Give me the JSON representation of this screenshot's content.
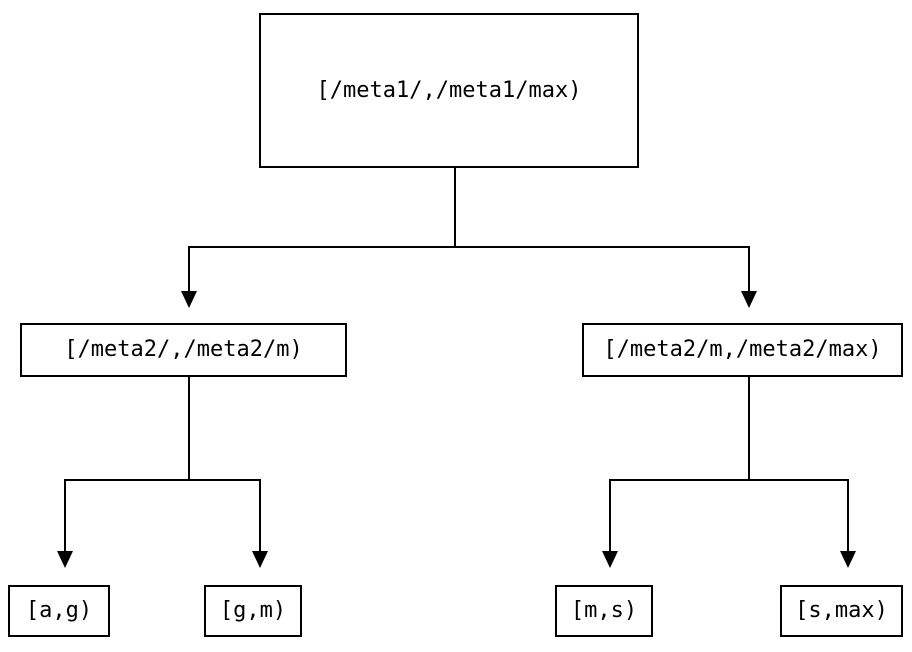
{
  "diagram": {
    "background_color": "#ffffff",
    "line_color": "#000000",
    "text_color": "#000000",
    "nodes": {
      "root": {
        "label": "[/meta1/,/meta1/max)"
      },
      "meta2_left": {
        "label": "[/meta2/,/meta2/m)"
      },
      "meta2_right": {
        "label": "[/meta2/m,/meta2/max)"
      },
      "leaf_ag": {
        "label": "[a,g)"
      },
      "leaf_gm": {
        "label": "[g,m)"
      },
      "leaf_ms": {
        "label": "[m,s)"
      },
      "leaf_smax": {
        "label": "[s,max)"
      }
    },
    "edges": [
      {
        "from": "root",
        "to": "meta2_left"
      },
      {
        "from": "root",
        "to": "meta2_right"
      },
      {
        "from": "meta2_left",
        "to": "leaf_ag"
      },
      {
        "from": "meta2_left",
        "to": "leaf_gm"
      },
      {
        "from": "meta2_right",
        "to": "leaf_ms"
      },
      {
        "from": "meta2_right",
        "to": "leaf_smax"
      }
    ]
  }
}
